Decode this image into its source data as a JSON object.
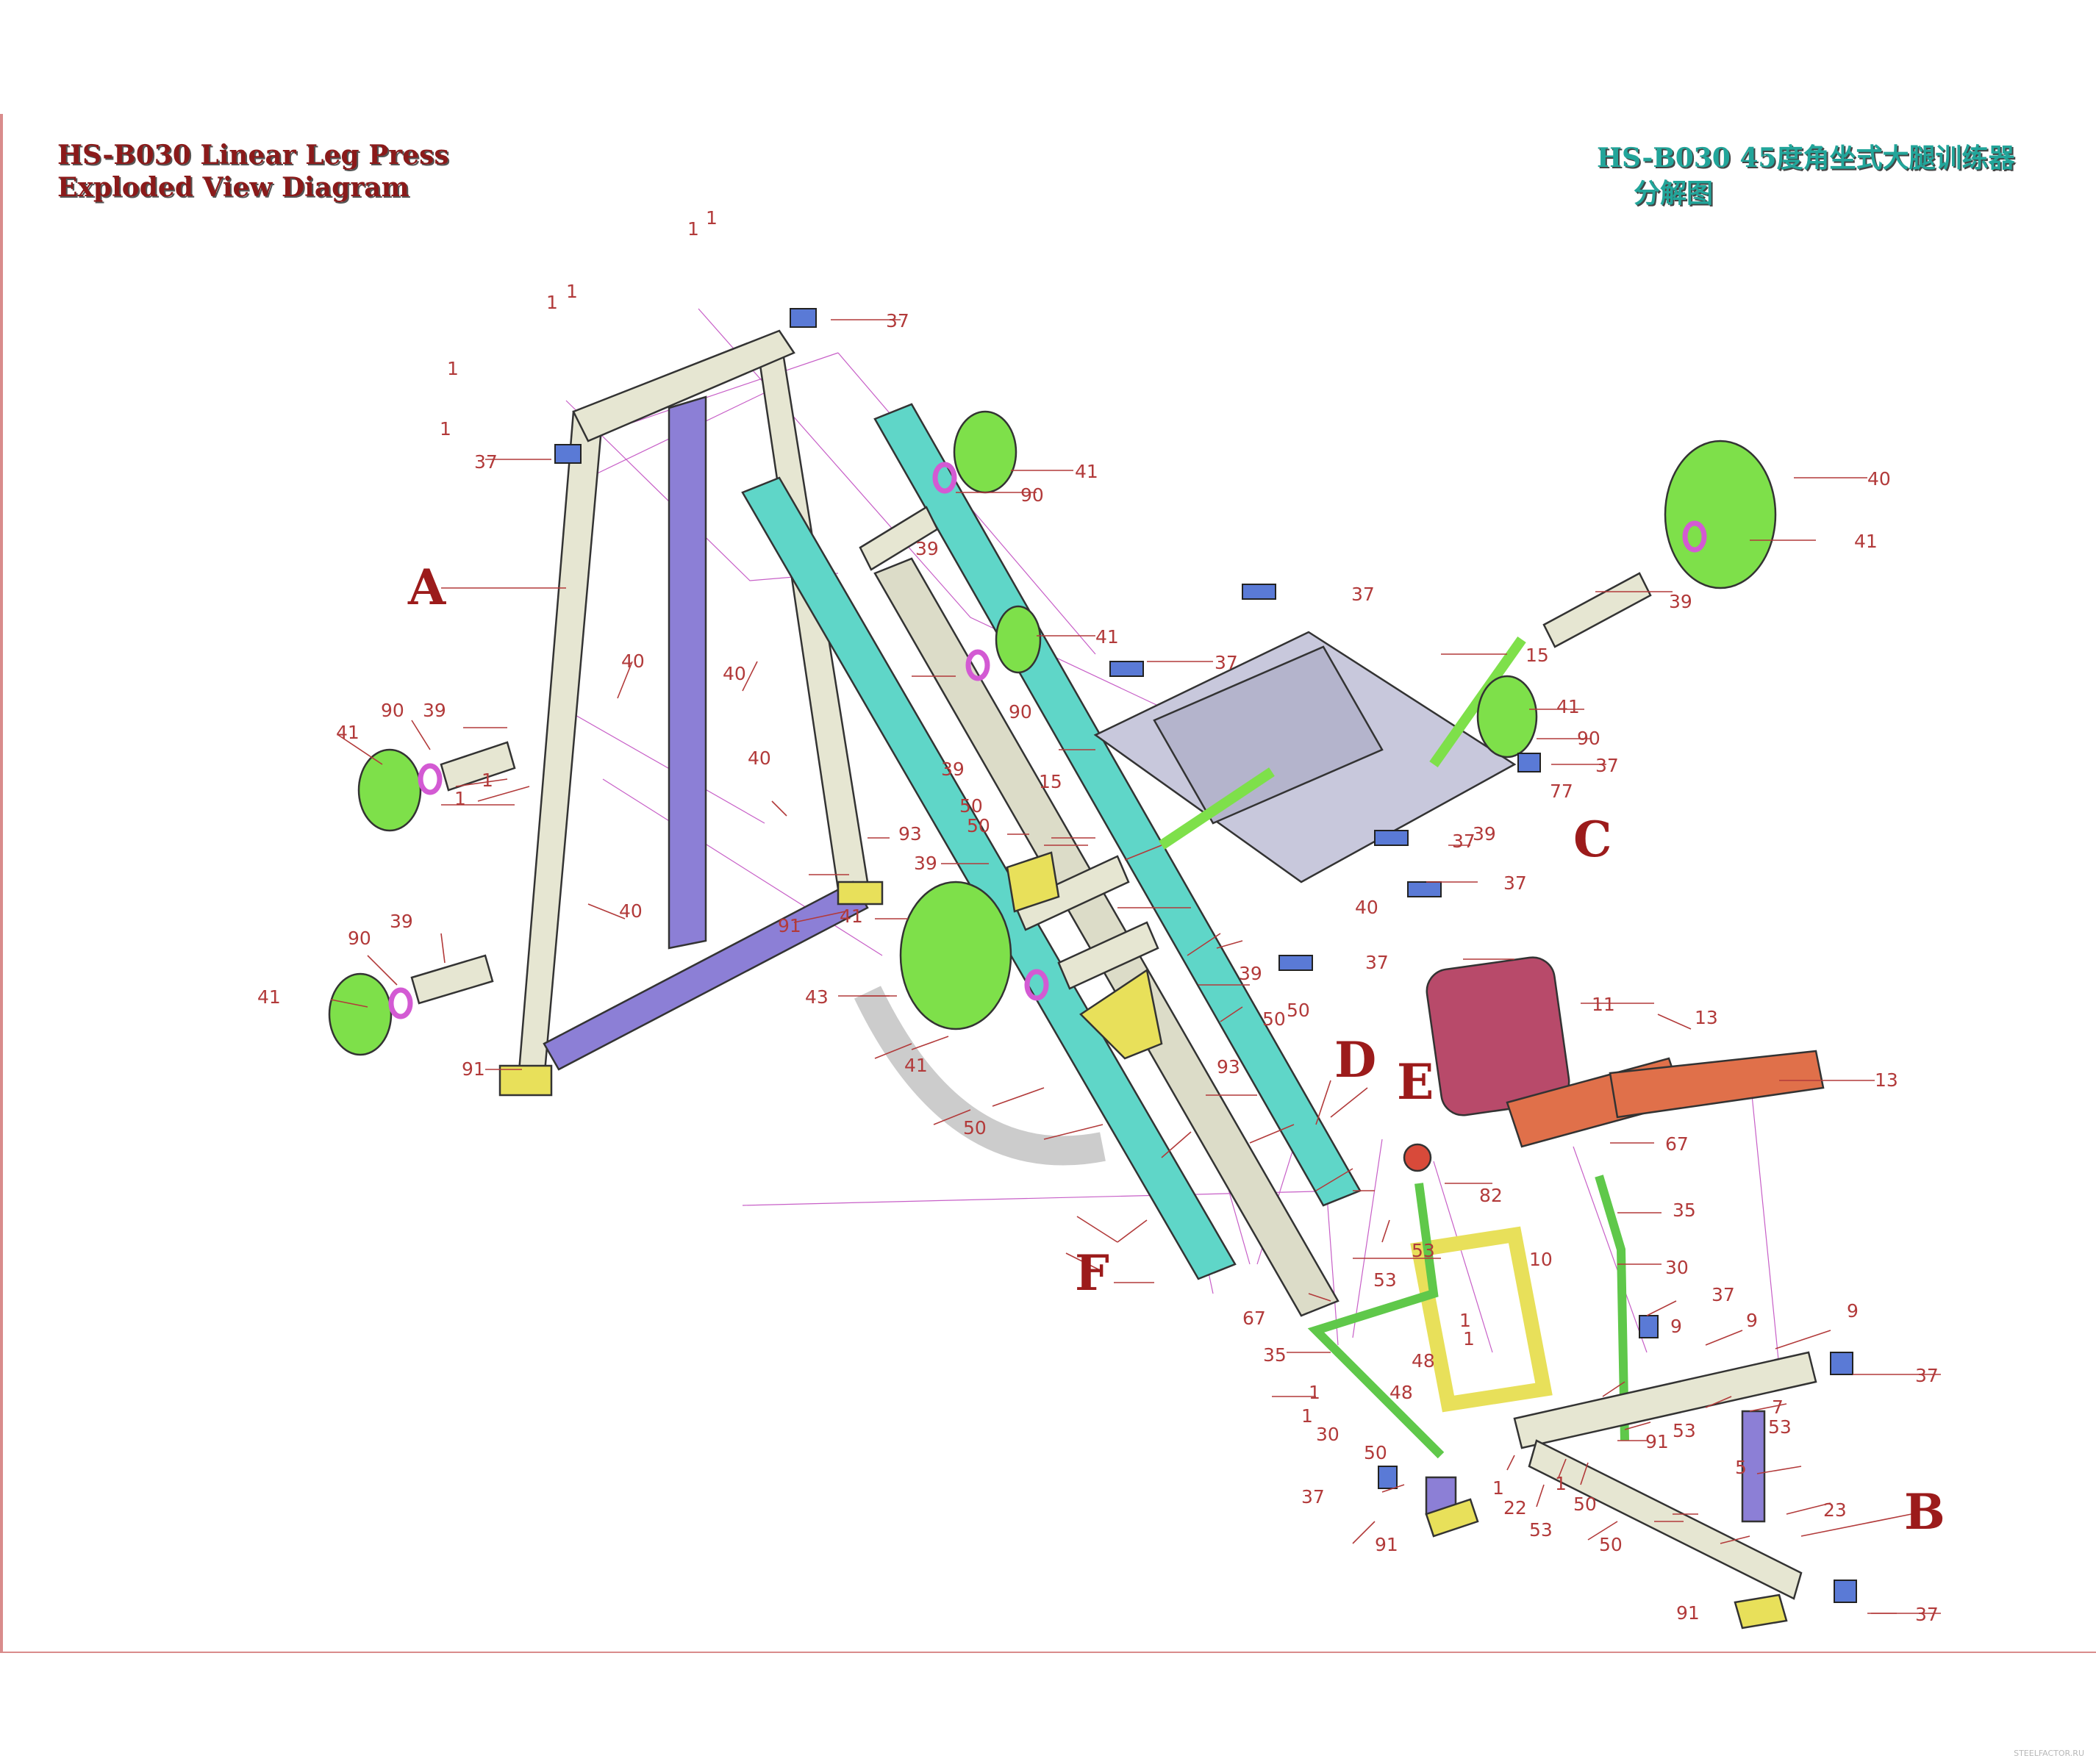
{
  "title_en": {
    "line1": "HS-B030 Linear Leg Press",
    "line2": "Exploded View Diagram"
  },
  "title_cn": {
    "line1": "HS-B030 45度角坐式大腿训练器",
    "line2": "分解图"
  },
  "watermark": "STEELFACTOR.RU",
  "assembly_letters": [
    "A",
    "B",
    "C",
    "D",
    "E",
    "F"
  ],
  "part_numbers": [
    "1",
    "5",
    "7",
    "9",
    "10",
    "11",
    "13",
    "15",
    "22",
    "23",
    "30",
    "35",
    "37",
    "39",
    "40",
    "41",
    "43",
    "48",
    "50",
    "53",
    "67",
    "77",
    "82",
    "90",
    "91",
    "93"
  ],
  "colors": {
    "frame_light": "#e6e6d2",
    "frame_purple": "#8c7fd6",
    "rail_cyan": "#5fd6c8",
    "plate_green": "#7ee04a",
    "ring_magenta": "#d35ad3",
    "seat_red": "#e0704a",
    "pad_maroon": "#b84a6a",
    "bracket_yellow": "#e8e05a",
    "handle_green": "#5fc84a",
    "carriage_grey": "#c8c8dc",
    "label_red": "#b23a3a"
  }
}
